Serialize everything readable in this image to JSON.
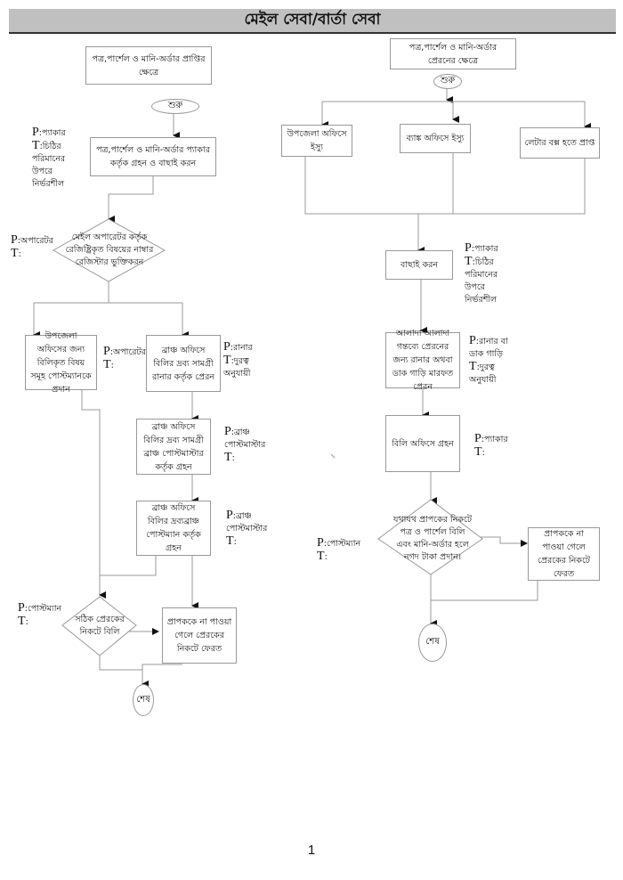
{
  "title": "মেইল সেবা/বার্তা সেবা",
  "page_number": "1",
  "left_flow": {
    "heading": "পত্র,পার্শেল ও মানি-অর্ডার প্রাপ্তির ক্ষেত্রে",
    "start": "শুরু",
    "step1": "পত্র,পার্শেল ও মানি-অর্ডার প্যাকার কর্তৃক গ্রহন ও বাছাই করন",
    "step1_note": {
      "p": "প্যাকার",
      "t": "চিঠির পরিমানের উপরে নির্ভরশীল"
    },
    "decision1": "মেইল অপারেটর কর্তৃক রেজিষ্ট্রিকৃত বিষয়ের নাম্বার রেজিস্টার ভুক্তিকরন",
    "decision1_note": {
      "p": "অপারেটর",
      "t": ""
    },
    "upazila": "উপজেলা অফিসের জন্য বিলিকৃত বিষয় সমূহ পোস্টম্যানকে প্রদান",
    "upazila_note": {
      "p": "অপারেটর",
      "t": ""
    },
    "branch1": "ব্রাঞ্চ অফিসে বিলির দ্রব্য সামগ্রী রানার কর্তৃক প্রেরন",
    "branch1_note": {
      "p": "রানার",
      "t": "দুরত্ব অনুযায়ী"
    },
    "branch2": "ব্রাঞ্চ অফিসে বিলির দ্রব্য সামগ্রী ব্রাঞ্চ পোস্টমাস্টার কর্তৃক গ্রহন",
    "branch2_note": {
      "p": "ব্রাঞ্চ পোস্টমাস্টার",
      "t": ""
    },
    "branch3": "ব্রাঞ্চ অফিসে বিলির দ্রব্যব্রাঞ্চ পোস্টম্যান কর্তৃক গ্রহন",
    "branch3_note": {
      "p": "ব্রাঞ্চ পোস্টমাস্টার",
      "t": ""
    },
    "decision2": "সঠিক প্রেরকের নিকটে বিলি",
    "decision2_note": {
      "p": "পোস্টম্যান",
      "t": ""
    },
    "return": "প্রাপককে না পাওয়া গেলে প্রেরকের নিকটে ফেরত",
    "end": "শেষ"
  },
  "right_flow": {
    "heading": "পত্র,পার্শেল ও মানি-অর্ডার প্রেরনের ক্ষেত্রে",
    "start": "শুরু",
    "issue1": "উপজেলা অফিসে ইস্যু",
    "issue2": "ব্যাঙ্ক অফিসে ইস্যু",
    "issue3": "লেটার বক্স হতে প্রাপ্ত",
    "sort": "বাছাই করন",
    "sort_note": {
      "p": "প্যাকার",
      "t": "চিঠির পরিমানের উপরে নির্ভরশীল"
    },
    "dispatch": "আলাদা আলাদা গন্তব্যে প্রেরনের জন্য রানার অথবা ডাক গাড়ি মারফত প্রেরন",
    "dispatch_note": {
      "p": "রানার বা ডাক গাড়ি",
      "t": "দুরত্ব অনুযায়ী"
    },
    "receive": "বিলি অফিসে গ্রহন",
    "receive_note": {
      "p": "প্যাকার",
      "t": ""
    },
    "decision": "যথাযথ প্রাপকের নিকটে পত্র ও পার্শেল বিলি এবং মানি-অর্ডার হলে নগদ টাকা প্রদান।",
    "decision_note": {
      "p": "পোস্টম্যান",
      "t": ""
    },
    "return": "প্রাপককে না পাওয়া গেলে প্রেরকের নিকটে ফেরত",
    "end": "শেষ"
  }
}
